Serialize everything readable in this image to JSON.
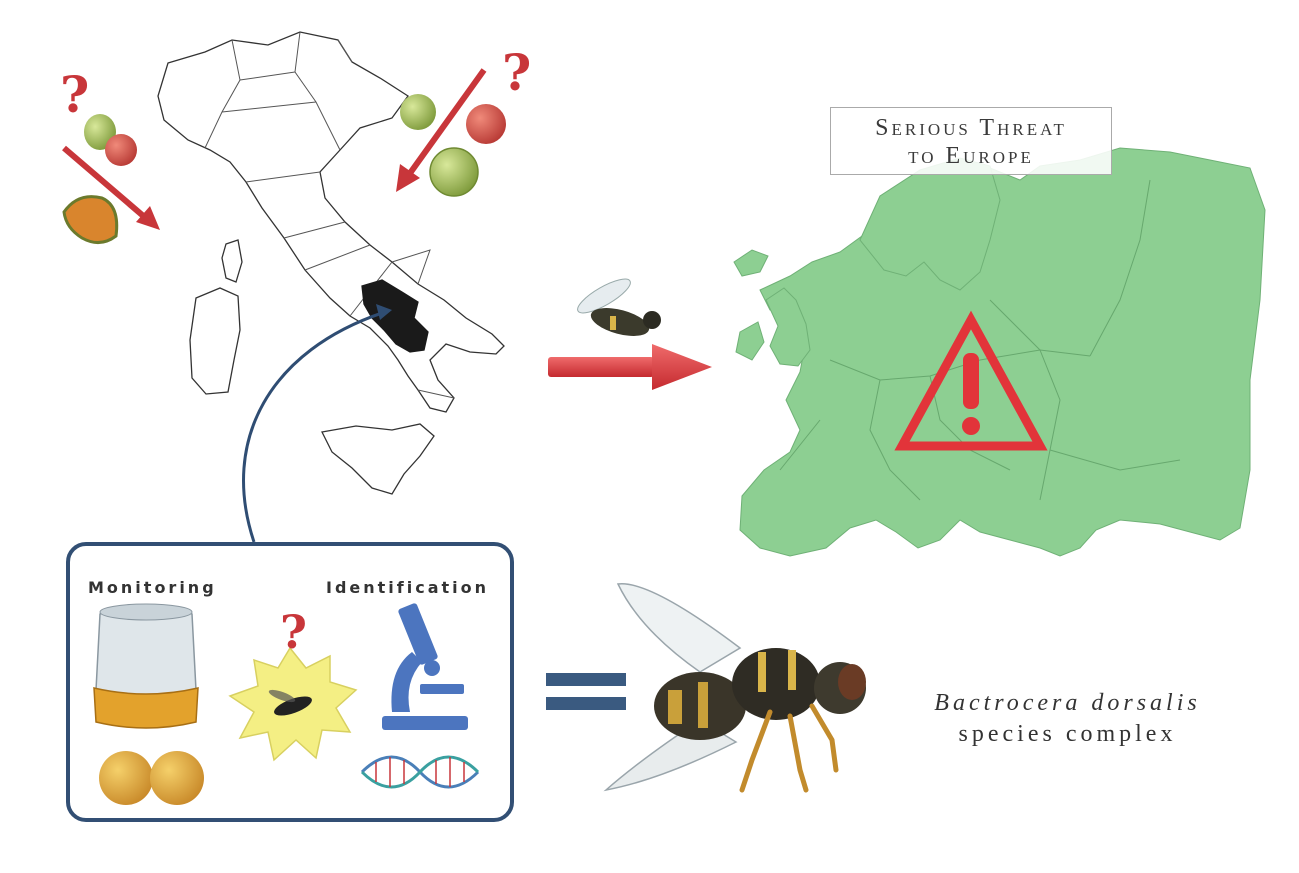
{
  "threat": {
    "line1": "Serious Threat",
    "line2": "to Europe"
  },
  "panel": {
    "monitoring": "Monitoring",
    "identification": "Identification"
  },
  "species": {
    "latin": "Bactrocera dorsalis",
    "complex": "species complex"
  },
  "question_mark": "?",
  "colors": {
    "arrow_red": "#c8363a",
    "europe_green": "#8dcf92",
    "panel_border": "#324f74",
    "curve_blue": "#2f4d73",
    "equals_blue": "#3a5a80",
    "warning_red": "#e2343a",
    "campania": "#1a1a1a"
  }
}
